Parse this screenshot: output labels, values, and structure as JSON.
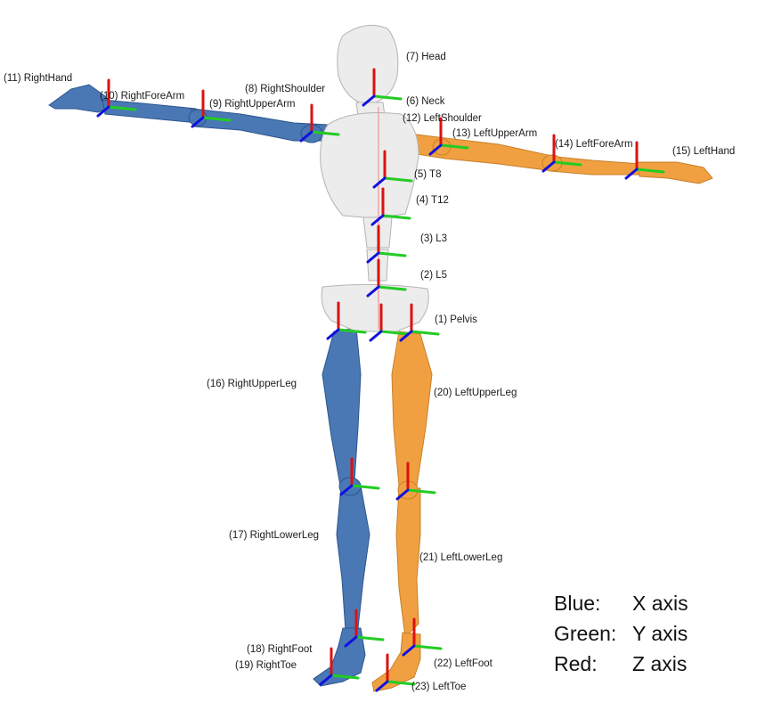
{
  "colors": {
    "right_side": "#4a78b4",
    "left_side": "#f0a040",
    "center": "#e8e8e8",
    "x_axis": "#1010e0",
    "y_axis": "#22cc22",
    "z_axis": "#dd1111"
  },
  "segments": [
    {
      "id": 1,
      "label": "(1) Pelvis"
    },
    {
      "id": 2,
      "label": "(2) L5"
    },
    {
      "id": 3,
      "label": "(3) L3"
    },
    {
      "id": 4,
      "label": "(4) T12"
    },
    {
      "id": 5,
      "label": "(5) T8"
    },
    {
      "id": 6,
      "label": "(6) Neck"
    },
    {
      "id": 7,
      "label": "(7) Head"
    },
    {
      "id": 8,
      "label": "(8) RightShoulder"
    },
    {
      "id": 9,
      "label": "(9) RightUpperArm"
    },
    {
      "id": 10,
      "label": "(10) RightForeArm"
    },
    {
      "id": 11,
      "label": "(11) RightHand"
    },
    {
      "id": 12,
      "label": "(12) LeftShoulder"
    },
    {
      "id": 13,
      "label": "(13) LeftUpperArm"
    },
    {
      "id": 14,
      "label": "(14) LeftForeArm"
    },
    {
      "id": 15,
      "label": "(15) LeftHand"
    },
    {
      "id": 16,
      "label": "(16) RightUpperLeg"
    },
    {
      "id": 17,
      "label": "(17) RightLowerLeg"
    },
    {
      "id": 18,
      "label": "(18) RightFoot"
    },
    {
      "id": 19,
      "label": "(19) RightToe"
    },
    {
      "id": 20,
      "label": "(20) LeftUpperLeg"
    },
    {
      "id": 21,
      "label": "(21) LeftLowerLeg"
    },
    {
      "id": 22,
      "label": "(22) LeftFoot"
    },
    {
      "id": 23,
      "label": "(23) LeftToe"
    }
  ],
  "legend": [
    {
      "key": "Blue:",
      "value": "X axis"
    },
    {
      "key": "Green:",
      "value": "Y axis"
    },
    {
      "key": "Red:",
      "value": "Z axis"
    }
  ]
}
